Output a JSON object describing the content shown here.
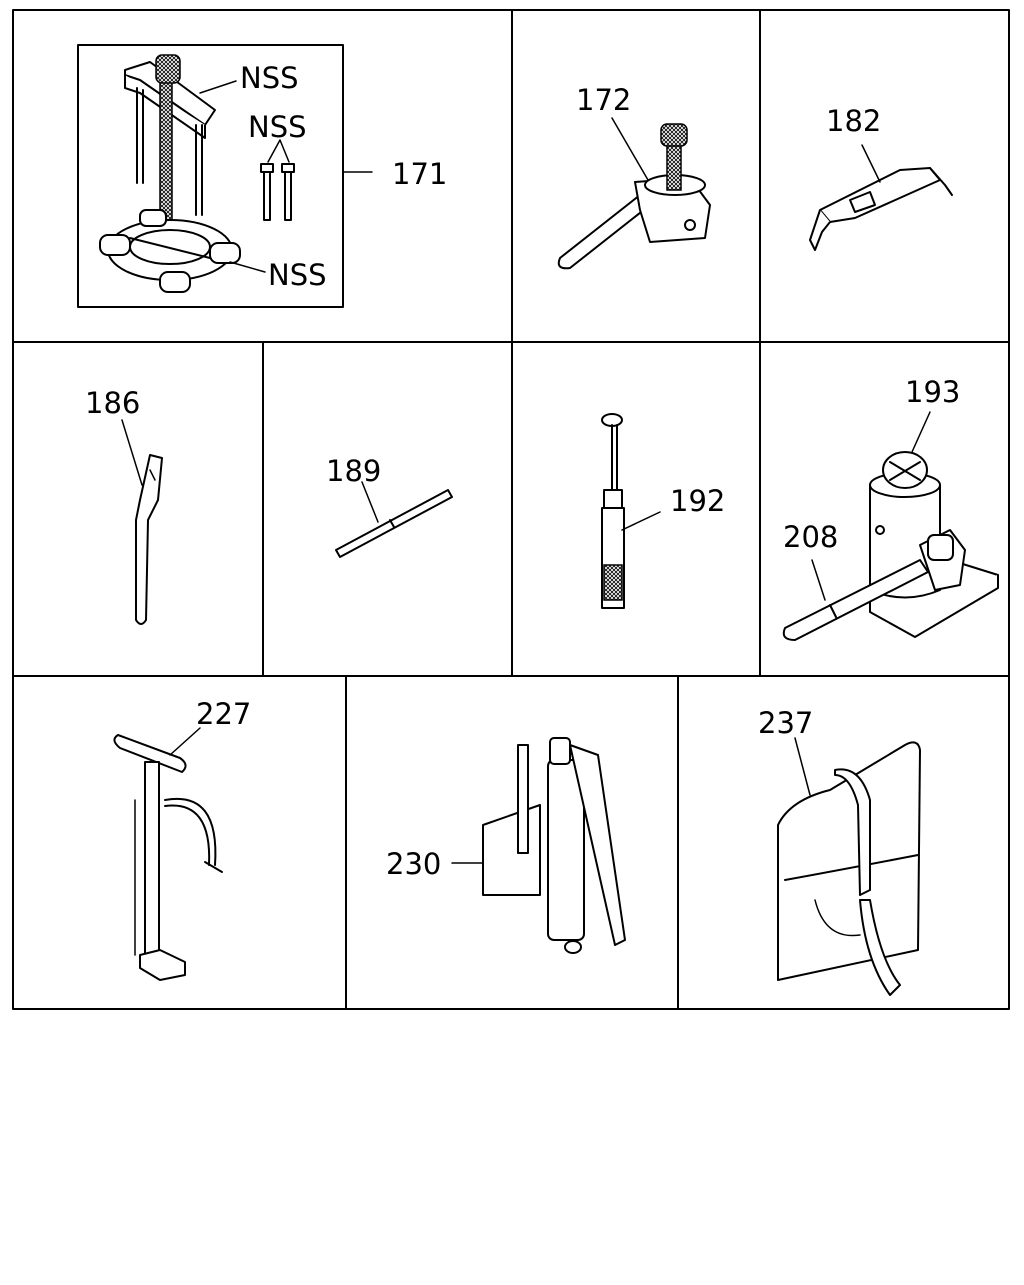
{
  "callouts": {
    "nss_1": "NSS",
    "nss_2": "NSS",
    "nss_3": "NSS",
    "p171": "171",
    "p172": "172",
    "p182": "182",
    "p186": "186",
    "p189": "189",
    "p192": "192",
    "p193": "193",
    "p208": "208",
    "p227": "227",
    "p230": "230",
    "p237": "237"
  }
}
